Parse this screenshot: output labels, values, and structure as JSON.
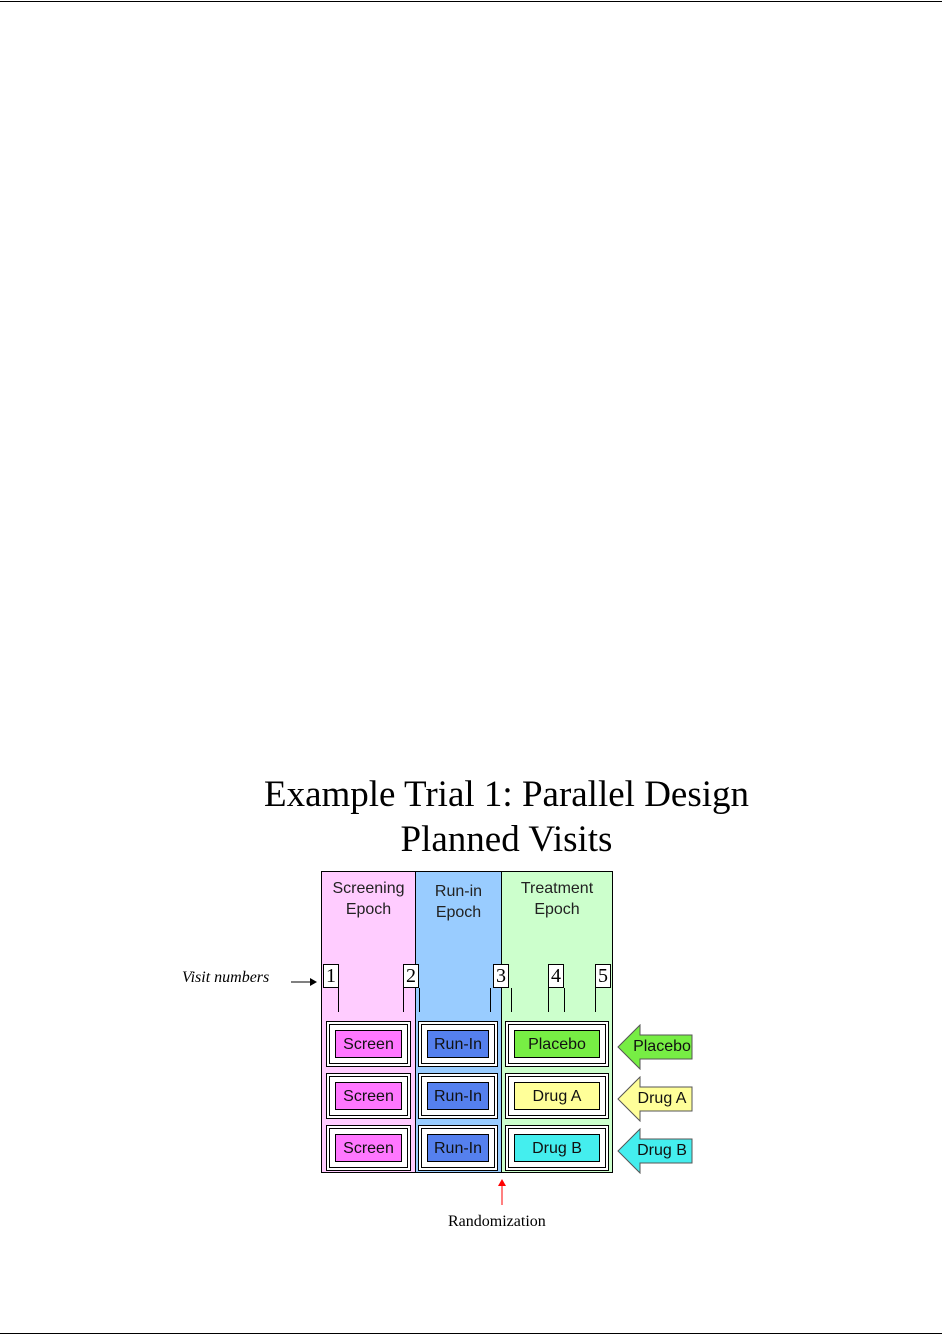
{
  "title_line_1": "Example Trial 1: Parallel Design",
  "title_line_2": "Planned Visits",
  "epochs": {
    "screening": [
      "Screening",
      "Epoch"
    ],
    "runin": [
      "Run-in",
      "Epoch"
    ],
    "treatment": [
      "Treatment",
      "Epoch"
    ]
  },
  "visits": [
    "1",
    "2",
    "3",
    "4",
    "5"
  ],
  "arms": [
    {
      "screen": "Screen",
      "runin": "Run-In",
      "treatment": "Placebo",
      "arrow": "Placebo"
    },
    {
      "screen": "Screen",
      "runin": "Run-In",
      "treatment": "Drug A",
      "arrow": "Drug A"
    },
    {
      "screen": "Screen",
      "runin": "Run-In",
      "treatment": "Drug B",
      "arrow": "Drug B"
    }
  ],
  "annotations": {
    "visit_numbers": "Visit numbers",
    "randomization": "Randomization"
  },
  "colors": {
    "screening_epoch": "#ffccff",
    "runin_epoch": "#99ccff",
    "treatment_epoch": "#ccffcc",
    "screen_cell": "#ff77ff",
    "runin_cell": "#5580ee",
    "placebo": "#77ee44",
    "drug_a": "#ffff99",
    "drug_b": "#44eeee",
    "randomization_arrow": "#ff0000"
  }
}
